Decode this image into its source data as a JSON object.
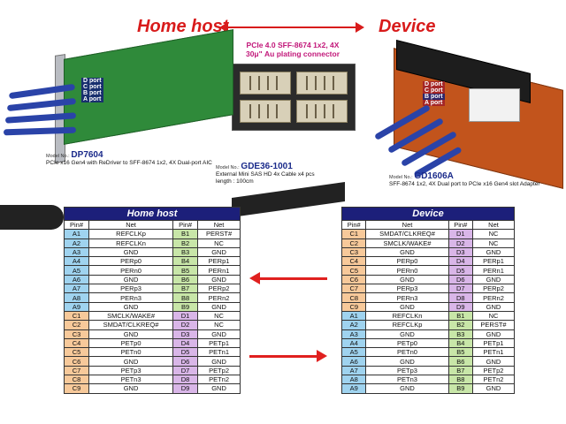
{
  "header": {
    "left": "Home host",
    "right": "Device"
  },
  "connector": {
    "title_line1": "PCIe 4.0 SFF-8674 1x2, 4X",
    "title_line2": "30μ\" Au plating connector"
  },
  "host_card": {
    "model_label": "Model No.:",
    "model": "DP7604",
    "description": "PCIe x16 Gen4 with ReDriver to SFF-8674 1x2, 4X Dual-port AIC",
    "ports": [
      "D port",
      "C port",
      "B port",
      "A port"
    ]
  },
  "cable": {
    "model_label": "Model No.:",
    "model": "GDE36-1001",
    "line1": "External Mini SAS HD 4x Cable x4 pcs",
    "line2": "length : 100cm"
  },
  "device_card": {
    "model_label": "Model No.:",
    "model": "GD1606A",
    "description": "SFF-8674 1x2, 4X Dual port to PCIe x16 Gen4 slot Adapter",
    "ports": [
      "D port",
      "C port",
      "B port",
      "A port"
    ]
  },
  "host_table": {
    "title": "Home host",
    "headers": [
      "Pin#",
      "Net",
      "Pin#",
      "Net"
    ],
    "rows": [
      {
        "p1": "A1",
        "n1": "REFCLKp",
        "c1": "pA",
        "p2": "B1",
        "n2": "PERST#",
        "c2": "pB"
      },
      {
        "p1": "A2",
        "n1": "REFCLKn",
        "c1": "pA",
        "p2": "B2",
        "n2": "NC",
        "c2": "pB"
      },
      {
        "p1": "A3",
        "n1": "GND",
        "c1": "pA",
        "p2": "B3",
        "n2": "GND",
        "c2": "pB"
      },
      {
        "p1": "A4",
        "n1": "PERp0",
        "c1": "pA",
        "p2": "B4",
        "n2": "PERp1",
        "c2": "pB"
      },
      {
        "p1": "A5",
        "n1": "PERn0",
        "c1": "pA",
        "p2": "B5",
        "n2": "PERn1",
        "c2": "pB"
      },
      {
        "p1": "A6",
        "n1": "GND",
        "c1": "pA",
        "p2": "B6",
        "n2": "GND",
        "c2": "pB"
      },
      {
        "p1": "A7",
        "n1": "PERp3",
        "c1": "pA",
        "p2": "B7",
        "n2": "PERp2",
        "c2": "pB"
      },
      {
        "p1": "A8",
        "n1": "PERn3",
        "c1": "pA",
        "p2": "B8",
        "n2": "PERn2",
        "c2": "pB"
      },
      {
        "p1": "A9",
        "n1": "GND",
        "c1": "pA",
        "p2": "B9",
        "n2": "GND",
        "c2": "pB"
      },
      {
        "p1": "C1",
        "n1": "SMCLK/WAKE#",
        "c1": "pC",
        "p2": "D1",
        "n2": "NC",
        "c2": "pD"
      },
      {
        "p1": "C2",
        "n1": "SMDAT/CLKREQ#",
        "c1": "pC",
        "p2": "D2",
        "n2": "NC",
        "c2": "pD"
      },
      {
        "p1": "C3",
        "n1": "GND",
        "c1": "pC",
        "p2": "D3",
        "n2": "GND",
        "c2": "pD"
      },
      {
        "p1": "C4",
        "n1": "PETp0",
        "c1": "pC",
        "p2": "D4",
        "n2": "PETp1",
        "c2": "pD"
      },
      {
        "p1": "C5",
        "n1": "PETn0",
        "c1": "pC",
        "p2": "D5",
        "n2": "PETn1",
        "c2": "pD"
      },
      {
        "p1": "C6",
        "n1": "GND",
        "c1": "pC",
        "p2": "D6",
        "n2": "GND",
        "c2": "pD"
      },
      {
        "p1": "C7",
        "n1": "PETp3",
        "c1": "pC",
        "p2": "D7",
        "n2": "PETp2",
        "c2": "pD"
      },
      {
        "p1": "C8",
        "n1": "PETn3",
        "c1": "pC",
        "p2": "D8",
        "n2": "PETn2",
        "c2": "pD"
      },
      {
        "p1": "C9",
        "n1": "GND",
        "c1": "pC",
        "p2": "D9",
        "n2": "GND",
        "c2": "pD"
      }
    ]
  },
  "device_table": {
    "title": "Device",
    "headers": [
      "Pin#",
      "Net",
      "Pin#",
      "Net"
    ],
    "rows": [
      {
        "p1": "C1",
        "n1": "SMDAT/CLKREQ#",
        "c1": "pC",
        "p2": "D1",
        "n2": "NC",
        "c2": "pD"
      },
      {
        "p1": "C2",
        "n1": "SMCLK/WAKE#",
        "c1": "pC",
        "p2": "D2",
        "n2": "NC",
        "c2": "pD"
      },
      {
        "p1": "C3",
        "n1": "GND",
        "c1": "pC",
        "p2": "D3",
        "n2": "GND",
        "c2": "pD"
      },
      {
        "p1": "C4",
        "n1": "PERp0",
        "c1": "pC",
        "p2": "D4",
        "n2": "PERp1",
        "c2": "pD"
      },
      {
        "p1": "C5",
        "n1": "PERn0",
        "c1": "pC",
        "p2": "D5",
        "n2": "PERn1",
        "c2": "pD"
      },
      {
        "p1": "C6",
        "n1": "GND",
        "c1": "pC",
        "p2": "D6",
        "n2": "GND",
        "c2": "pD"
      },
      {
        "p1": "C7",
        "n1": "PERp3",
        "c1": "pC",
        "p2": "D7",
        "n2": "PERp2",
        "c2": "pD"
      },
      {
        "p1": "C8",
        "n1": "PERn3",
        "c1": "pC",
        "p2": "D8",
        "n2": "PERn2",
        "c2": "pD"
      },
      {
        "p1": "C9",
        "n1": "GND",
        "c1": "pC",
        "p2": "D9",
        "n2": "GND",
        "c2": "pD"
      },
      {
        "p1": "A1",
        "n1": "REFCLKn",
        "c1": "pA",
        "p2": "B1",
        "n2": "NC",
        "c2": "pB"
      },
      {
        "p1": "A2",
        "n1": "REFCLKp",
        "c1": "pA",
        "p2": "B2",
        "n2": "PERST#",
        "c2": "pB"
      },
      {
        "p1": "A3",
        "n1": "GND",
        "c1": "pA",
        "p2": "B3",
        "n2": "GND",
        "c2": "pB"
      },
      {
        "p1": "A4",
        "n1": "PETp0",
        "c1": "pA",
        "p2": "B4",
        "n2": "PETp1",
        "c2": "pB"
      },
      {
        "p1": "A5",
        "n1": "PETn0",
        "c1": "pA",
        "p2": "B5",
        "n2": "PETn1",
        "c2": "pB"
      },
      {
        "p1": "A6",
        "n1": "GND",
        "c1": "pA",
        "p2": "B6",
        "n2": "GND",
        "c2": "pB"
      },
      {
        "p1": "A7",
        "n1": "PETp3",
        "c1": "pA",
        "p2": "B7",
        "n2": "PETp2",
        "c2": "pB"
      },
      {
        "p1": "A8",
        "n1": "PETn3",
        "c1": "pA",
        "p2": "B8",
        "n2": "PETn2",
        "c2": "pB"
      },
      {
        "p1": "A9",
        "n1": "GND",
        "c1": "pA",
        "p2": "B9",
        "n2": "GND",
        "c2": "pB"
      }
    ]
  },
  "colors": {
    "accent_red": "#d81b1b",
    "table_header": "#1c1f7a",
    "pin_a": "#9fd3ef",
    "pin_b": "#c8e6a8",
    "pin_c": "#f7c99a",
    "pin_d": "#d9b6e8"
  }
}
